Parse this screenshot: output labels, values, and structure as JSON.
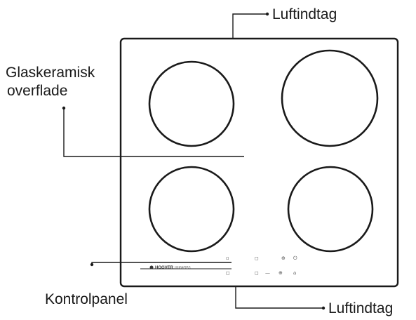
{
  "labels": {
    "air_intake_top": "Luftindtag",
    "glass_surface_line1": "Glaskeramisk",
    "glass_surface_line2": "overflade",
    "control_panel": "Kontrolpanel",
    "air_intake_bottom": "Luftindtag"
  },
  "brand": {
    "name": "HOOVER",
    "model": "HH64DB3"
  },
  "control_icons": {
    "top_row": [
      "▫",
      "◻",
      "⊕",
      "⏻"
    ],
    "bottom_row": [
      "◻",
      "◻",
      "—",
      "⊕",
      "⌂"
    ]
  },
  "colors": {
    "outline": "#1a1a1a",
    "zone_fill": "#ffffff",
    "hob_fill": "#ffffff"
  }
}
